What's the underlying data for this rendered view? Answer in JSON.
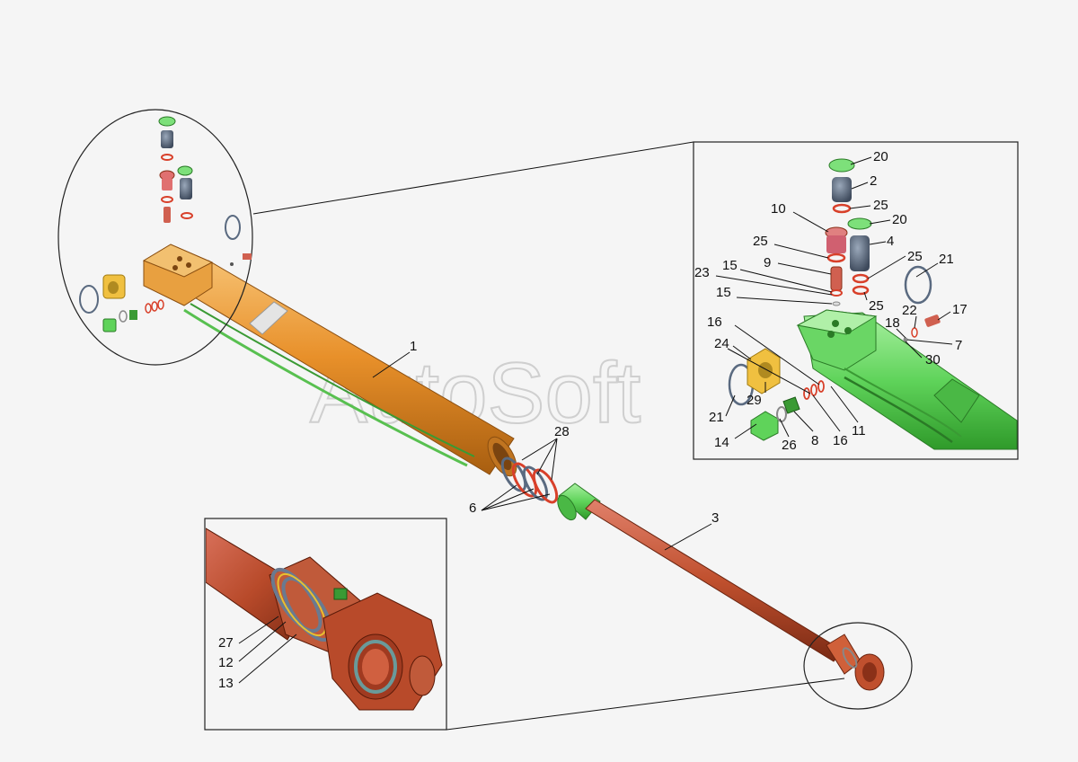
{
  "watermark": "AutoSoft",
  "callouts": {
    "main_barrel": "1",
    "main_rod": "3",
    "piston_seals": "6",
    "piston_rings": "28",
    "d_20a": "20",
    "d_2": "2",
    "d_25a": "25",
    "d_10": "10",
    "d_20b": "20",
    "d_25b": "25",
    "d_4": "4",
    "d_25c": "25",
    "d_21a": "21",
    "d_9": "9",
    "d_15a": "15",
    "d_23": "23",
    "d_15b": "15",
    "d_25d": "25",
    "d_17": "17",
    "d_22": "22",
    "d_18": "18",
    "d_16a": "16",
    "d_7": "7",
    "d_24": "24",
    "d_30": "30",
    "d_29": "29",
    "d_21b": "21",
    "d_11": "11",
    "d_16b": "16",
    "d_14": "14",
    "d_26": "26",
    "d_8": "8",
    "r_27": "27",
    "r_12": "12",
    "r_13": "13"
  },
  "colors": {
    "barrel": "#e8902a",
    "barrel_dark": "#b86a12",
    "rod": "#c0502e",
    "rod_dark": "#8a3018",
    "green": "#5fd35a",
    "green_dark": "#2f9a2a",
    "seal": "#d8402a",
    "grey_part": "#5a6a80",
    "yellow_part": "#f0c040",
    "background": "#f5f5f5"
  }
}
